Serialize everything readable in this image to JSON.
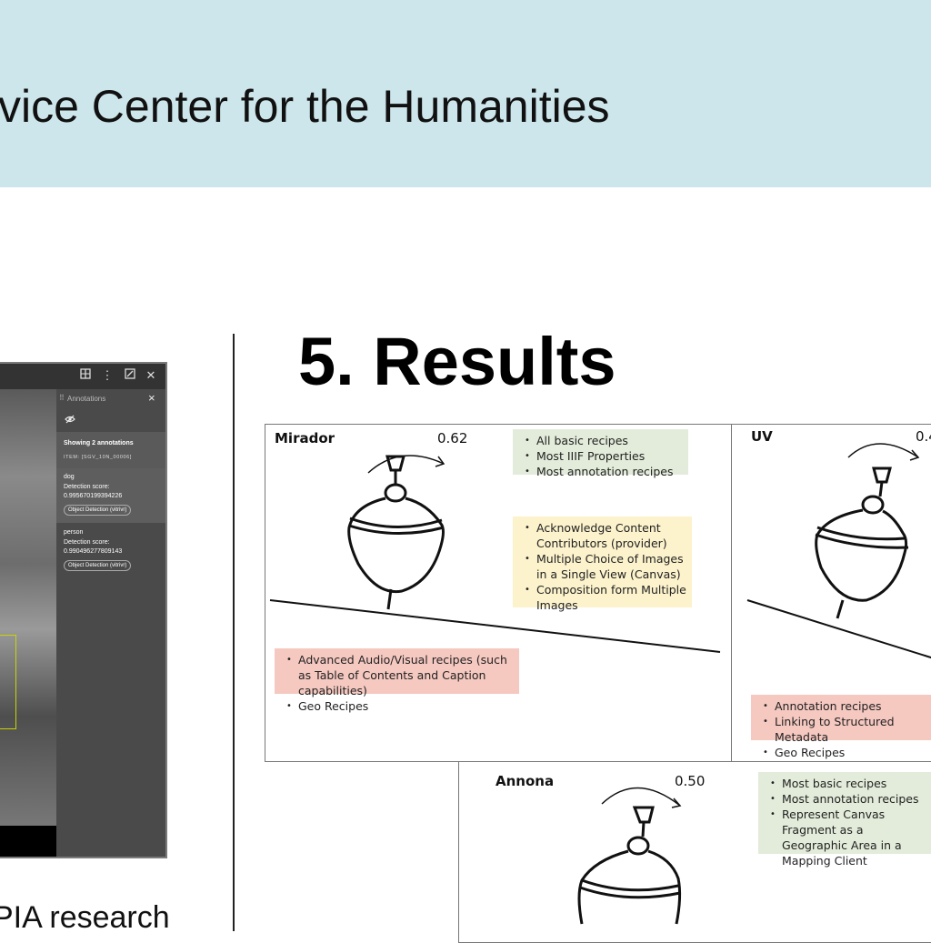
{
  "banner": {
    "title": "vice Center for the Humanities"
  },
  "section": {
    "title": "5. Results"
  },
  "bottom_text": "PIA research",
  "viewer": {
    "panel_title": "Annotations",
    "showing": "Showing 2 annotations",
    "item": "ITEM: [SGV_10N_00006]",
    "annotations": [
      {
        "label": "dog",
        "score_label": "Detection score:",
        "score": "0.995670199394226",
        "tag": "Object Detection (vitrivr)"
      },
      {
        "label": "person",
        "score_label": "Detection score:",
        "score": "0.990496277809143",
        "tag": "Object Detection (vitrivr)"
      }
    ]
  },
  "results": {
    "mirador": {
      "label": "Mirador",
      "score": "0.62",
      "supported": [
        "All basic recipes",
        "Most IIIF Properties",
        "Most annotation recipes"
      ],
      "partial": [
        "Acknowledge Content Contributors (provider)",
        "Multiple Choice of Images in a Single View (Canvas)",
        "Composition form Multiple Images"
      ],
      "missing": [
        "Advanced Audio/Visual recipes (such as Table of Contents and Caption capabilities)",
        "Geo Recipes"
      ]
    },
    "uv": {
      "label": "UV",
      "score": "0.4",
      "missing": [
        "Annotation recipes",
        "Linking to Structured Metadata",
        "Geo Recipes"
      ]
    },
    "annona": {
      "label": "Annona",
      "score": "0.50",
      "supported": [
        "Most basic recipes",
        "Most annotation recipes",
        "Represent Canvas Fragment as a Geographic Area in a Mapping Client"
      ]
    }
  },
  "colors": {
    "banner": "#cde6eb",
    "supported": "#e3ecda",
    "partial": "#fcf2cc",
    "missing": "#f5c8c0"
  }
}
